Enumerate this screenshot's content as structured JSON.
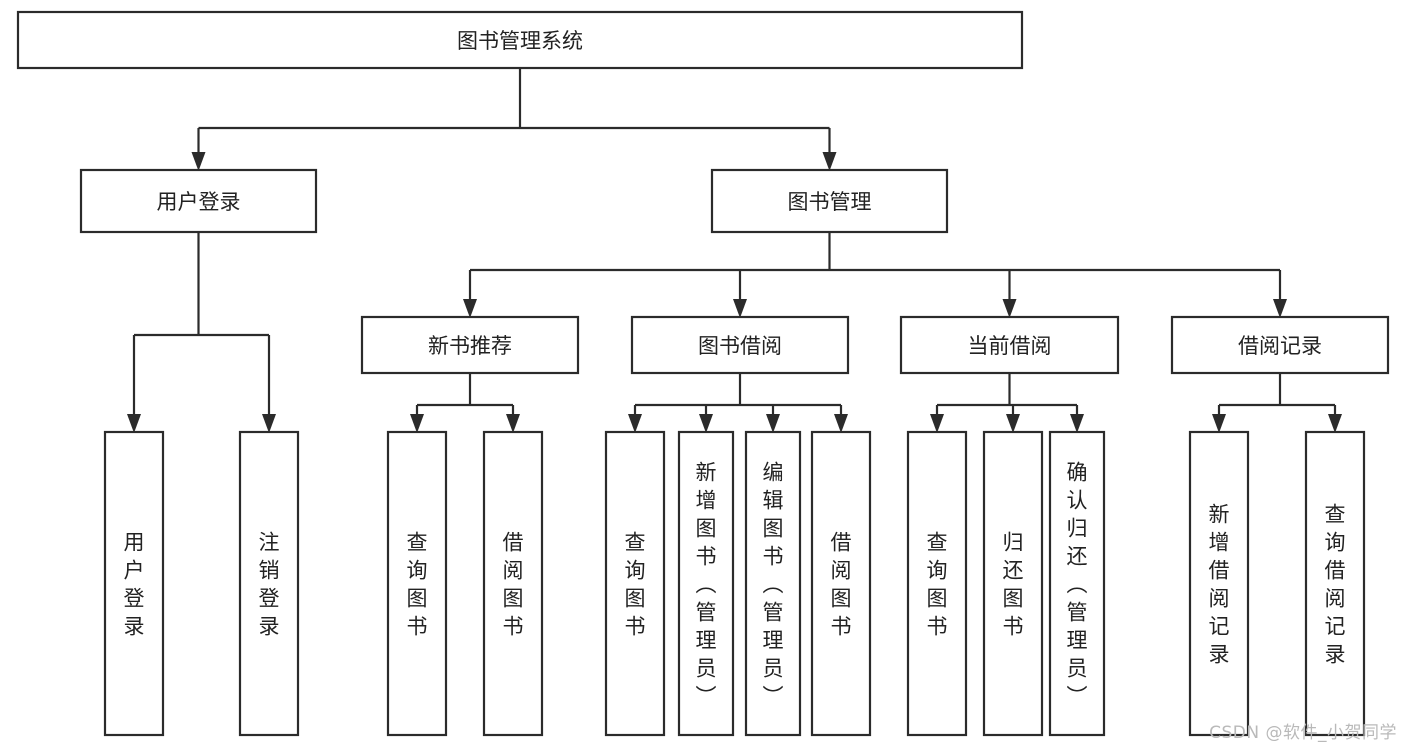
{
  "diagram": {
    "title": "图书管理系统",
    "type": "tree-hierarchy-diagram",
    "watermark": "CSDN @软件_小贺同学",
    "colors": {
      "background": "#ffffff",
      "box_fill": "#ffffff",
      "stroke": "#2b2b2b",
      "text": "#222222",
      "watermark": "#b9b9b9"
    },
    "nodes": {
      "root": {
        "label": "图书管理系统",
        "orientation": "horizontal",
        "level": 0
      },
      "n_user_login": {
        "label": "用户登录",
        "orientation": "horizontal",
        "level": 1
      },
      "n_book_mgmt": {
        "label": "图书管理",
        "orientation": "horizontal",
        "level": 1
      },
      "n_new_book_rec": {
        "label": "新书推荐",
        "orientation": "horizontal",
        "level": 2
      },
      "n_book_borrow": {
        "label": "图书借阅",
        "orientation": "horizontal",
        "level": 2
      },
      "n_current_borrow": {
        "label": "当前借阅",
        "orientation": "horizontal",
        "level": 2
      },
      "n_borrow_record": {
        "label": "借阅记录",
        "orientation": "horizontal",
        "level": 2
      },
      "l_user_login": {
        "label": "用户登录",
        "orientation": "vertical",
        "level": 3
      },
      "l_logout": {
        "label": "注销登录",
        "orientation": "vertical",
        "level": 3
      },
      "l_query_book_1": {
        "label": "查询图书",
        "orientation": "vertical",
        "level": 3
      },
      "l_borrow_book_1": {
        "label": "借阅图书",
        "orientation": "vertical",
        "level": 3
      },
      "l_query_book_2": {
        "label": "查询图书",
        "orientation": "vertical",
        "level": 3
      },
      "l_add_book": {
        "label": "新增图书（管理员）",
        "orientation": "vertical",
        "level": 3
      },
      "l_edit_book": {
        "label": "编辑图书（管理员）",
        "orientation": "vertical",
        "level": 3
      },
      "l_borrow_book_2": {
        "label": "借阅图书",
        "orientation": "vertical",
        "level": 3
      },
      "l_query_book_3": {
        "label": "查询图书",
        "orientation": "vertical",
        "level": 3
      },
      "l_return_book": {
        "label": "归还图书",
        "orientation": "vertical",
        "level": 3
      },
      "l_confirm_return": {
        "label": "确认归还（管理员）",
        "orientation": "vertical",
        "level": 3
      },
      "l_add_record": {
        "label": "新增借阅记录",
        "orientation": "vertical",
        "level": 3
      },
      "l_query_record": {
        "label": "查询借阅记录",
        "orientation": "vertical",
        "level": 3
      }
    },
    "edges": [
      {
        "from": "root",
        "to": "n_user_login"
      },
      {
        "from": "root",
        "to": "n_book_mgmt"
      },
      {
        "from": "n_user_login",
        "to": "l_user_login"
      },
      {
        "from": "n_user_login",
        "to": "l_logout"
      },
      {
        "from": "n_book_mgmt",
        "to": "n_new_book_rec"
      },
      {
        "from": "n_book_mgmt",
        "to": "n_book_borrow"
      },
      {
        "from": "n_book_mgmt",
        "to": "n_current_borrow"
      },
      {
        "from": "n_book_mgmt",
        "to": "n_borrow_record"
      },
      {
        "from": "n_new_book_rec",
        "to": "l_query_book_1"
      },
      {
        "from": "n_new_book_rec",
        "to": "l_borrow_book_1"
      },
      {
        "from": "n_book_borrow",
        "to": "l_query_book_2"
      },
      {
        "from": "n_book_borrow",
        "to": "l_add_book"
      },
      {
        "from": "n_book_borrow",
        "to": "l_edit_book"
      },
      {
        "from": "n_book_borrow",
        "to": "l_borrow_book_2"
      },
      {
        "from": "n_current_borrow",
        "to": "l_query_book_3"
      },
      {
        "from": "n_current_borrow",
        "to": "l_return_book"
      },
      {
        "from": "n_current_borrow",
        "to": "l_confirm_return"
      },
      {
        "from": "n_borrow_record",
        "to": "l_add_record"
      },
      {
        "from": "n_borrow_record",
        "to": "l_query_record"
      }
    ]
  }
}
